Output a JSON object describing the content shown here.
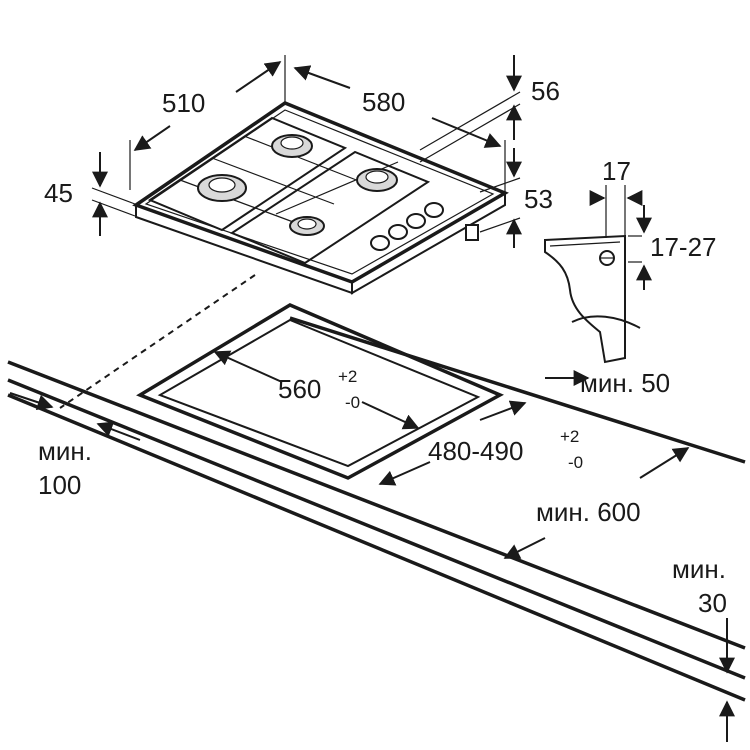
{
  "hob": {
    "width": "580",
    "depth": "510",
    "height_body": "45",
    "height_top": "56",
    "height_total": "53"
  },
  "clip": {
    "width": "17",
    "range": "17-27"
  },
  "cutout": {
    "width_main": "560",
    "width_tol_plus": "+2",
    "width_tol_minus": "-0",
    "depth_main": "480-490",
    "depth_tol_plus": "+2",
    "depth_tol_minus": "-0"
  },
  "clearances": {
    "back": "мин. 50",
    "side_line1": "мин.",
    "side_line2": "100",
    "front": "мин. 600",
    "worktop_line1": "мин.",
    "worktop_line2": "30"
  },
  "colors": {
    "ink": "#1a1a1a",
    "background": "#ffffff"
  }
}
